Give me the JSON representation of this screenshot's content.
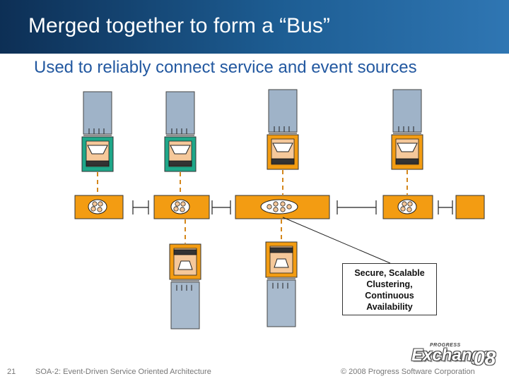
{
  "slide": {
    "title": "Merged together to form a “Bus”",
    "subtitle": "Used to reliably connect service and event sources"
  },
  "callout": {
    "lines": [
      "Secure, Scalable",
      "Clustering,",
      "Continuous",
      "Availability"
    ]
  },
  "footer": {
    "page_number": "21",
    "presentation_title": "SOA-2: Event-Driven Service Oriented Architecture",
    "copyright": "© 2008 Progress Software Corporation"
  },
  "logo": {
    "brand": "PROGRESS",
    "product": "Exchange",
    "year": "08"
  },
  "colors": {
    "title_bar": "#1d5d93",
    "subtitle_text": "#2258a0",
    "bus_orange": "#f39c12",
    "plug_blue": "#9fb3c8",
    "connector_green": "#1ea789",
    "connector_orange": "#f39c12",
    "face_peach": "#f5c89a",
    "dashed_link": "#d4871c"
  },
  "icons": [
    "bus-segment-node-icon",
    "service-connector-icon",
    "bus-joint-icon"
  ]
}
